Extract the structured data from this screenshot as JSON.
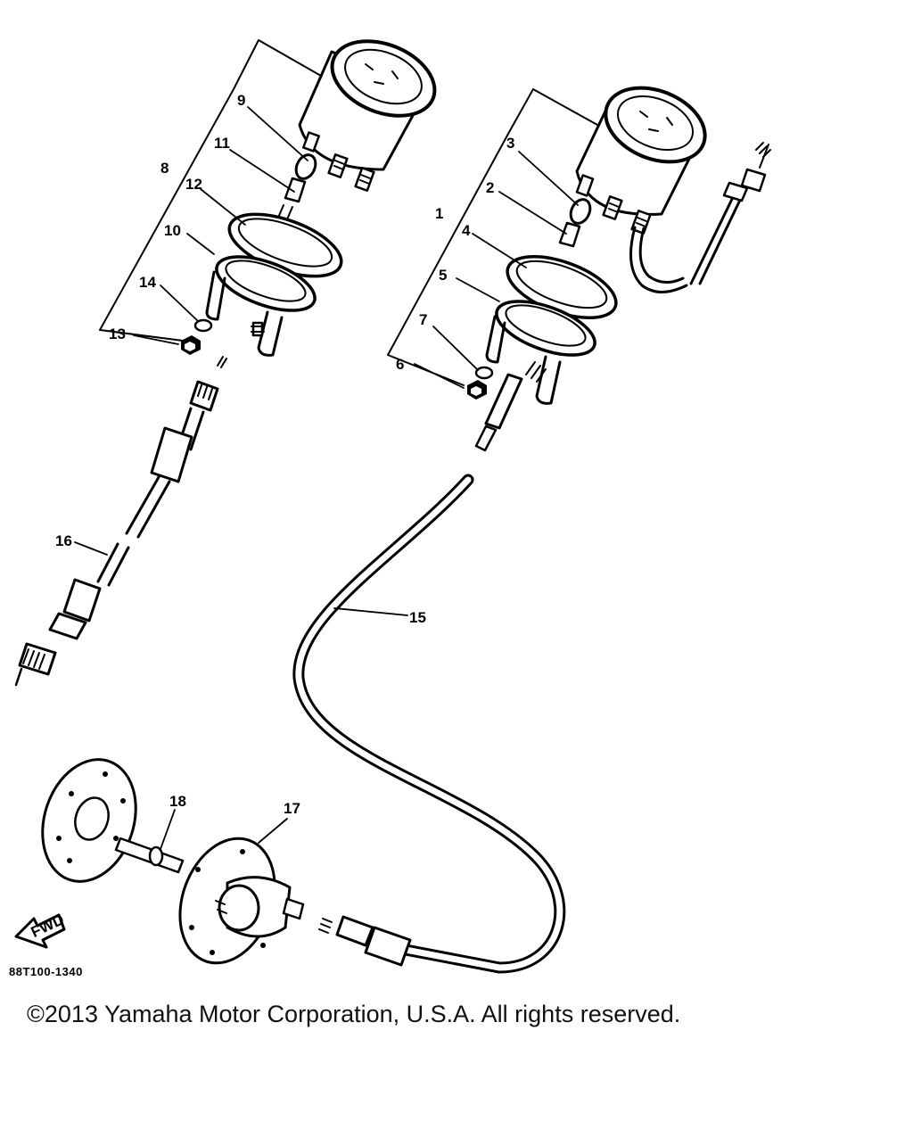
{
  "diagram": {
    "figure_code": "88T100-1340",
    "copyright": "©2013 Yamaha Motor Corporation, U.S.A. All rights reserved.",
    "front_arrow_label": "FWD",
    "callouts": [
      "1",
      "2",
      "3",
      "4",
      "5",
      "6",
      "7",
      "8",
      "9",
      "10",
      "11",
      "12",
      "13",
      "14",
      "15",
      "16",
      "17",
      "18"
    ]
  }
}
